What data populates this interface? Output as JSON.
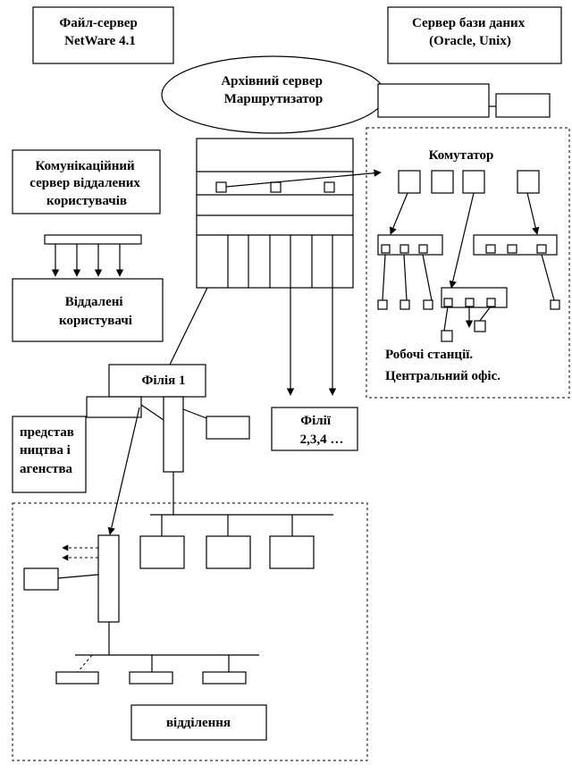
{
  "labels": {
    "file_server": [
      "Файл-сервер",
      "NetWare 4.1"
    ],
    "db_server": [
      "Сервер бази даних",
      "(Oracle, Unix)"
    ],
    "archive_server": [
      "Архівний сервер",
      "Маршрутизатор"
    ],
    "comm_server": [
      "Комунікаційний",
      "сервер віддалених",
      "користувачів"
    ],
    "remote_users": [
      "Віддалені",
      "користувачі"
    ],
    "switch": "Комутатор",
    "workstations": [
      "Робочі станції.",
      "Центральний офіс."
    ],
    "branch1": "Філія  1",
    "branches": [
      "Філії",
      "2,3,4 …"
    ],
    "agencies": [
      "представ",
      "ництва і",
      "агенства"
    ],
    "department": "відділення"
  }
}
